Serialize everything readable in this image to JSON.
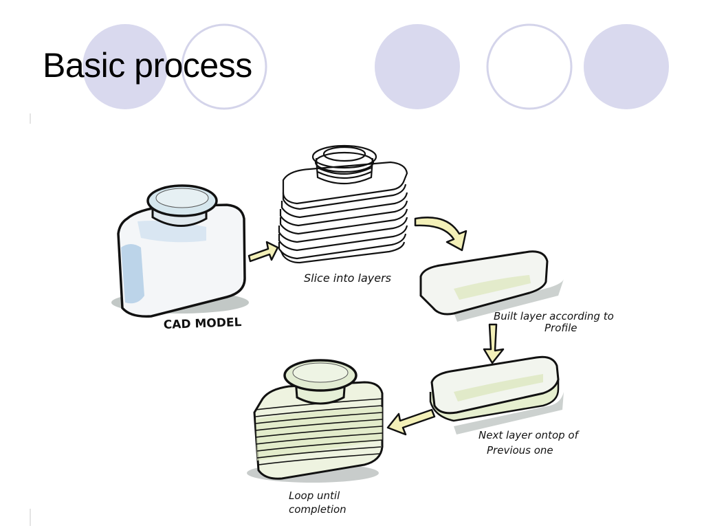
{
  "slide": {
    "title": "Basic process"
  },
  "colors": {
    "circle_fill": "#d9d9ee",
    "circle_stroke": "#d4d4ea",
    "ink": "#111111",
    "arrow_fill": "#f3f0b8",
    "blue_tint": "#a9c8e4",
    "green_tint": "#dfe9c4",
    "shadow": "#9aa3a0"
  },
  "diagram": {
    "labels": {
      "cad_model": "CAD MODEL",
      "slice": "Slice into layers",
      "built_line1": "Built layer according to",
      "built_line2": "Profile",
      "next_line1": "Next layer ontop of",
      "next_line2": "Previous one",
      "loop_line1": "Loop until",
      "loop_line2": "completion"
    }
  }
}
